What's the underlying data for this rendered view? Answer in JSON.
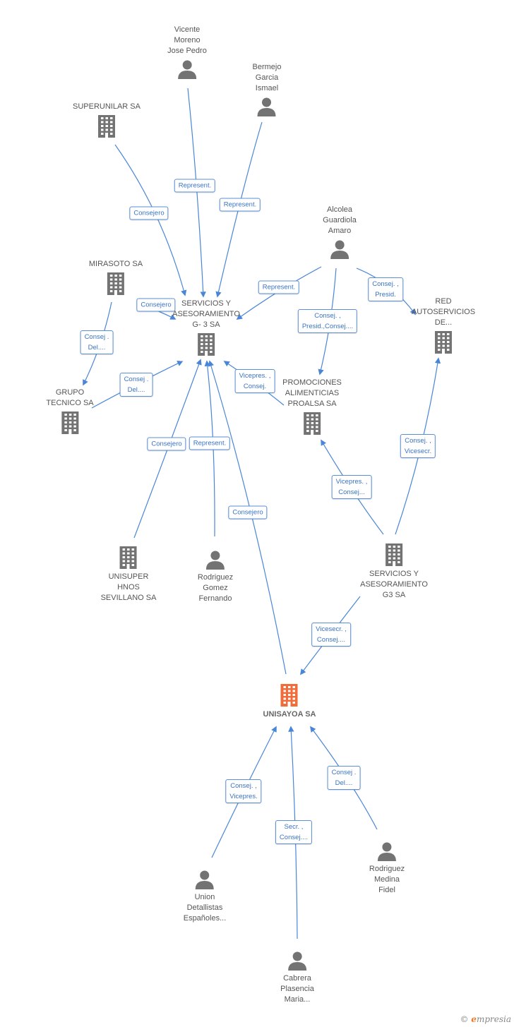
{
  "colors": {
    "edge": "#4a86d8",
    "person": "#737373",
    "company": "#737373",
    "main_company": "#f26b3a"
  },
  "nodes": [
    {
      "id": "vicente",
      "kind": "person",
      "label": [
        "Vicente",
        "Moreno",
        "Jose Pedro"
      ]
    },
    {
      "id": "bermejo",
      "kind": "person",
      "label": [
        "Bermejo",
        "Garcia",
        "Ismael"
      ]
    },
    {
      "id": "superunilar",
      "kind": "company",
      "label": [
        "SUPERUNILAR SA"
      ]
    },
    {
      "id": "alcolea",
      "kind": "person",
      "label": [
        "Alcolea",
        "Guardiola",
        "Amaro"
      ]
    },
    {
      "id": "mirasoto",
      "kind": "company",
      "label": [
        "MIRASOTO SA"
      ]
    },
    {
      "id": "servicios_g3",
      "kind": "company",
      "label": [
        "SERVICIOS Y",
        "ASESORAMIENTO",
        "G- 3 SA"
      ]
    },
    {
      "id": "red",
      "kind": "company",
      "label": [
        "RED",
        "AUTOSERVICIOS",
        "DE..."
      ]
    },
    {
      "id": "grupo",
      "kind": "company",
      "label": [
        "GRUPO",
        "TECNICO SA"
      ]
    },
    {
      "id": "promociones",
      "kind": "company",
      "label": [
        "PROMOCIONES",
        "ALIMENTICIAS",
        "PROALSA SA"
      ]
    },
    {
      "id": "unisuper",
      "kind": "company",
      "label": [
        "UNISUPER",
        "HNOS",
        "SEVILLANO SA"
      ]
    },
    {
      "id": "rodriguez_gomez",
      "kind": "person",
      "label": [
        "Rodriguez",
        "Gomez",
        "Fernando"
      ]
    },
    {
      "id": "servicios_g3b",
      "kind": "company",
      "label": [
        "SERVICIOS Y",
        "ASESORAMIENTO",
        "G3 SA"
      ]
    },
    {
      "id": "unisayoa",
      "kind": "main",
      "label": [
        "UNISAYOA SA"
      ]
    },
    {
      "id": "union",
      "kind": "person",
      "label": [
        "Union",
        "Detallistas",
        "Españoles..."
      ]
    },
    {
      "id": "rodriguez_medina",
      "kind": "person",
      "label": [
        "Rodriguez",
        "Medina",
        "Fidel"
      ]
    },
    {
      "id": "cabrera",
      "kind": "person",
      "label": [
        "Cabrera",
        "Plasencia",
        "Maria..."
      ]
    }
  ],
  "edges": [
    {
      "id": "e1",
      "lines": [
        "Represent."
      ]
    },
    {
      "id": "e2",
      "lines": [
        "Represent."
      ]
    },
    {
      "id": "e3",
      "lines": [
        "Consejero"
      ]
    },
    {
      "id": "e4",
      "lines": [
        "Represent."
      ]
    },
    {
      "id": "e5",
      "lines": [
        "Consej. ,",
        "Presid."
      ]
    },
    {
      "id": "e6",
      "lines": [
        "Consej. ,",
        "Presid.,Consej...."
      ]
    },
    {
      "id": "e7",
      "lines": [
        "Consejero"
      ]
    },
    {
      "id": "e8",
      "lines": [
        "Consej .",
        "Del...."
      ]
    },
    {
      "id": "e9",
      "lines": [
        "Consej .",
        "Del...."
      ]
    },
    {
      "id": "e10",
      "lines": [
        "Vicepres. ,",
        "Consej."
      ]
    },
    {
      "id": "e11",
      "lines": [
        "Consejero"
      ]
    },
    {
      "id": "e12",
      "lines": [
        "Represent."
      ]
    },
    {
      "id": "e13",
      "lines": [
        "Consejero"
      ]
    },
    {
      "id": "e14",
      "lines": [
        "Vicepres. ,",
        "Consej..."
      ]
    },
    {
      "id": "e15",
      "lines": [
        "Consej. ,",
        "Vicesecr."
      ]
    },
    {
      "id": "e16",
      "lines": [
        "Vicesecr. ,",
        "Consej...."
      ]
    },
    {
      "id": "e17",
      "lines": [
        "Consej. ,",
        "Vicepres."
      ]
    },
    {
      "id": "e18",
      "lines": [
        "Secr. ,",
        "Consej...."
      ]
    },
    {
      "id": "e19",
      "lines": [
        "Consej .",
        "Del...."
      ]
    }
  ],
  "brand": {
    "symbol": "©",
    "initial": "e",
    "rest": "mpresia"
  }
}
